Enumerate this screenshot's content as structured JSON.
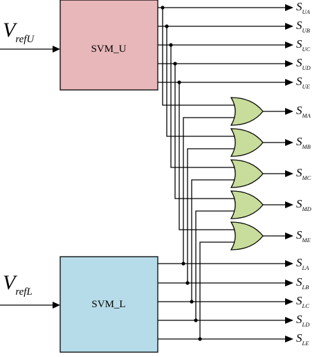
{
  "blocks": {
    "upper": {
      "label": "SVM_U",
      "fill": "#e8b7b9"
    },
    "lower": {
      "label": "SVM_L",
      "fill": "#b7dce9"
    }
  },
  "inputs": {
    "upper": {
      "main": "V",
      "sub": "refU"
    },
    "lower": {
      "main": "V",
      "sub": "refL"
    }
  },
  "gate_color": "#c8dc9b",
  "outputs": {
    "upper": [
      {
        "main": "S",
        "sub": "UA"
      },
      {
        "main": "S",
        "sub": "UB"
      },
      {
        "main": "S",
        "sub": "UC"
      },
      {
        "main": "S",
        "sub": "UD"
      },
      {
        "main": "S",
        "sub": "UE"
      }
    ],
    "middle": [
      {
        "main": "S",
        "sub": "MA"
      },
      {
        "main": "S",
        "sub": "MB"
      },
      {
        "main": "S",
        "sub": "MC"
      },
      {
        "main": "S",
        "sub": "MD"
      },
      {
        "main": "S",
        "sub": "ME"
      }
    ],
    "lower": [
      {
        "main": "S",
        "sub": "LA"
      },
      {
        "main": "S",
        "sub": "LB"
      },
      {
        "main": "S",
        "sub": "LC"
      },
      {
        "main": "S",
        "sub": "LD"
      },
      {
        "main": "S",
        "sub": "LE"
      }
    ]
  }
}
